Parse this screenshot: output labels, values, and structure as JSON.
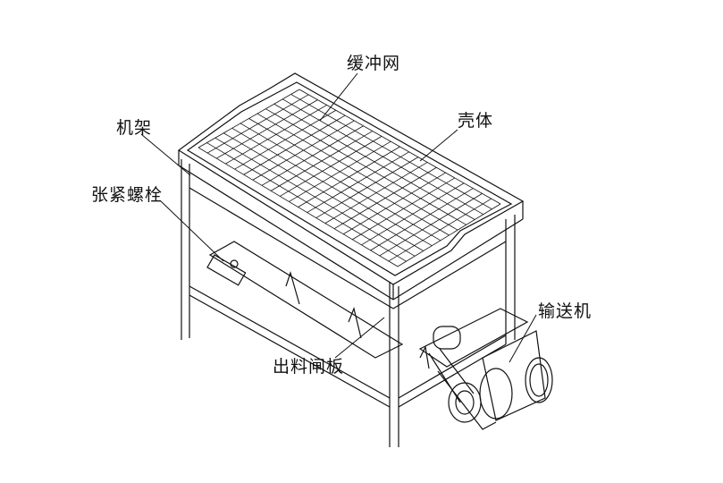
{
  "labels": {
    "buffer_net": "缓冲网",
    "shell": "壳体",
    "frame": "机架",
    "tension_bolt": "张紧螺栓",
    "conveyor": "输送机",
    "discharge_gate": "出料闸板"
  },
  "colors": {
    "line": "#111111",
    "background": "#ffffff"
  }
}
